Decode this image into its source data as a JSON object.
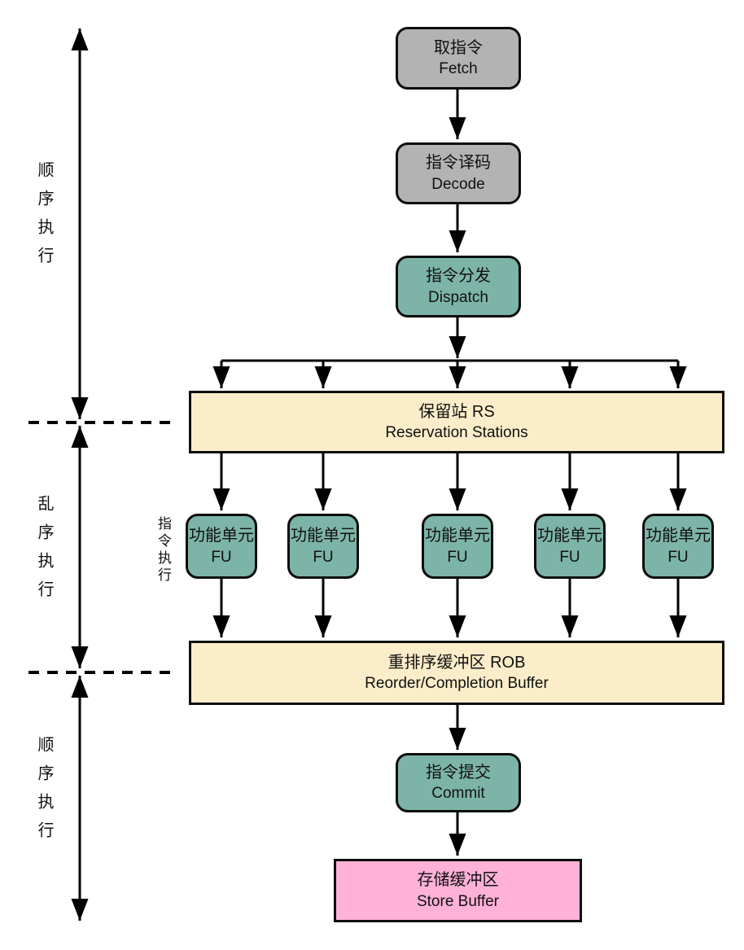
{
  "nodes": {
    "fetch": {
      "zh": "取指令",
      "en": "Fetch"
    },
    "decode": {
      "zh": "指令译码",
      "en": "Decode"
    },
    "dispatch": {
      "zh": "指令分发",
      "en": "Dispatch"
    },
    "rs": {
      "zh": "保留站 RS",
      "en": "Reservation Stations"
    },
    "fu": {
      "zh": "功能单元",
      "en": "FU"
    },
    "rob": {
      "zh": "重排序缓冲区 ROB",
      "en": "Reorder/Completion Buffer"
    },
    "commit": {
      "zh": "指令提交",
      "en": "Commit"
    },
    "store": {
      "zh": "存储缓冲区",
      "en": "Store Buffer"
    }
  },
  "side_labels": {
    "in_order_top": "顺序执行",
    "out_of_order": "乱序执行",
    "in_order_bottom": "顺序执行",
    "execution": "指令执行"
  },
  "colors": {
    "stage_gray": "#b3b3b3",
    "stage_teal": "#7db4a8",
    "buffer_cream": "#fcedca",
    "store_pink": "#ffb1d8",
    "line_black": "#000000"
  }
}
